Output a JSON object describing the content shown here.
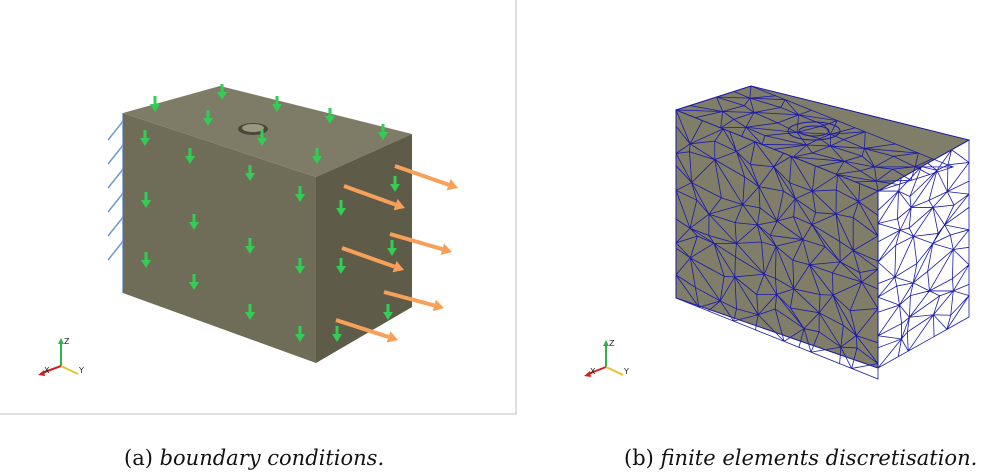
{
  "figures": [
    {
      "tag": "(a)",
      "caption": "boundary conditions.",
      "axes": {
        "z": "Z",
        "x": "X",
        "y": "Y"
      },
      "colors": {
        "block_front": "#6f6c57",
        "block_top": "#7e7b66",
        "block_side": "#5e5b48",
        "load_arrow": "#33cc55",
        "traction_arrow": "#f7a05a",
        "support_hatch": "#6a9ad8"
      }
    },
    {
      "tag": "(b)",
      "caption": "finite elements discretisation.",
      "axes": {
        "z": "Z",
        "x": "X",
        "y": "Y"
      },
      "colors": {
        "mesh_fill": "#807d68",
        "mesh_edge": "#1a1aa8"
      }
    }
  ]
}
